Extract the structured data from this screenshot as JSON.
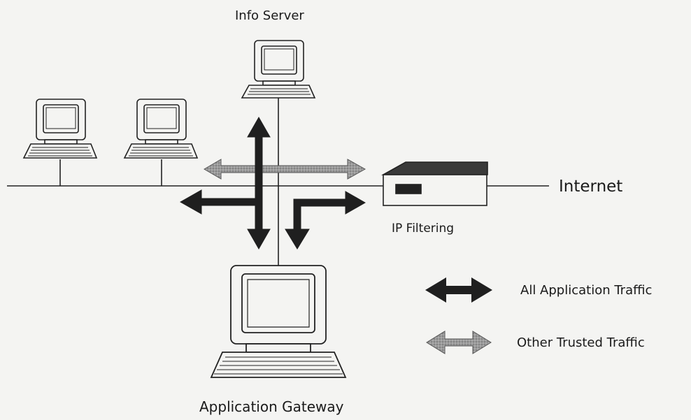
{
  "nodes": {
    "info_server": "Info Server",
    "internet": "Internet",
    "ip_filtering": "IP Filtering",
    "application_gateway": "Application Gateway"
  },
  "legend": {
    "all_application_traffic": "All Application Traffic",
    "other_trusted_traffic": "Other Trusted Traffic"
  },
  "colors": {
    "background": "#f4f4f2",
    "line": "#222222",
    "application_traffic_arrow": "#1f1f1f",
    "trusted_traffic_arrow": "#8c8c8c"
  }
}
